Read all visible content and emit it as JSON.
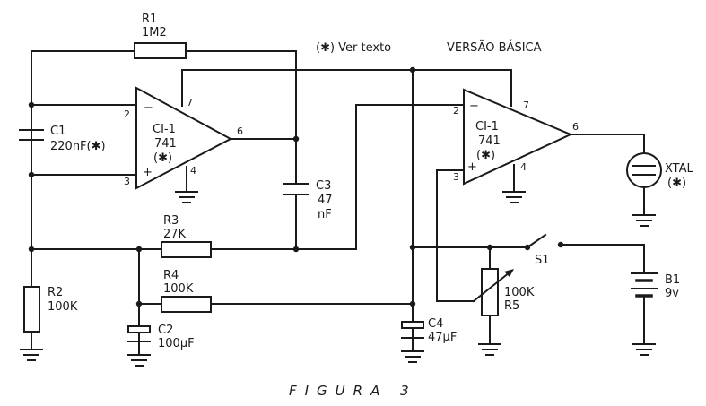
{
  "header": {
    "note": "(✱) Ver texto",
    "version": "VERSÃO BÁSICA"
  },
  "figure_caption": "FIGURA 3",
  "components": {
    "r1": {
      "ref": "R1",
      "value": "1M2"
    },
    "c1": {
      "ref": "C1",
      "value": "220nF(✱)"
    },
    "ci1a": {
      "ref": "CI-1",
      "value": "741",
      "mark": "(✱)",
      "pins": [
        "2",
        "3",
        "7",
        "6",
        "4"
      ],
      "minus": "−",
      "plus": "+"
    },
    "c3": {
      "ref": "C3",
      "value": "47",
      "unit": "nF"
    },
    "r3": {
      "ref": "R3",
      "value": "27K"
    },
    "r4": {
      "ref": "R4",
      "value": "100K"
    },
    "r2": {
      "ref": "R2",
      "value": "100K"
    },
    "c2": {
      "ref": "C2",
      "value": "100µF"
    },
    "ci1b": {
      "ref": "CI-1",
      "value": "741",
      "mark": "(✱)",
      "pins": [
        "2",
        "3",
        "7",
        "6",
        "4"
      ],
      "minus": "−",
      "plus": "+"
    },
    "xtal": {
      "ref": "XTAL",
      "mark": "(✱)"
    },
    "c4": {
      "ref": "C4",
      "value": "47µF"
    },
    "r5": {
      "ref": "R5",
      "value": "100K"
    },
    "s1": {
      "ref": "S1"
    },
    "b1": {
      "ref": "B1",
      "value": "9v"
    }
  }
}
